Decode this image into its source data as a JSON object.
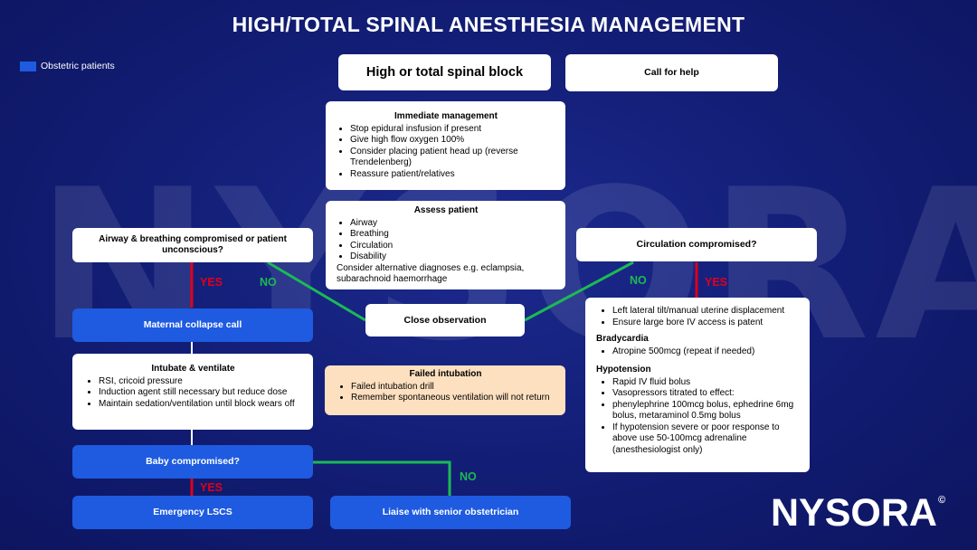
{
  "title": "HIGH/TOTAL SPINAL ANESTHESIA MANAGEMENT",
  "legend": {
    "label": "Obstetric patients",
    "color": "#1e5be0"
  },
  "watermark": "NYSORA®",
  "logo": {
    "text": "NYSORA",
    "mark": "©"
  },
  "colors": {
    "background": "#131f78",
    "obstetric_blue": "#1e5be0",
    "warning_peach": "#fde0c0",
    "yes_red": "#e0001b",
    "no_green": "#1db954"
  },
  "nodes": {
    "start": "High or total spinal block",
    "call_help": "Call for help",
    "immediate": {
      "title": "Immediate management",
      "items": [
        "Stop epidural insfusion if present",
        "Give high flow oxygen 100%",
        "Consider placing patient head up (reverse Trendelenberg)",
        "Reassure patient/relatives"
      ]
    },
    "assess": {
      "title": "Assess patient",
      "items": [
        "Airway",
        "Breathing",
        "Circulation",
        "Disability"
      ],
      "note": "Consider alternative diagnoses e.g. eclampsia, subarachnoid haemorrhage"
    },
    "airway_q": "Airway & breathing compromised or patient unconscious?",
    "circulation_q": "Circulation compromised?",
    "close_obs": "Close observation",
    "maternal_collapse": "Maternal collapse call",
    "intubate": {
      "title": "Intubate & ventilate",
      "items": [
        "RSI, cricoid pressure",
        "Induction agent still necessary but reduce dose",
        "Maintain sedation/ventilation until block wears off"
      ]
    },
    "failed_intubation": {
      "title": "Failed intubation",
      "items": [
        "Failed intubation drill",
        "Remember spontaneous ventilation will not return"
      ]
    },
    "circulation_mgmt": {
      "items_top": [
        "Left lateral tilt/manual uterine displacement",
        "Ensure large bore IV access is patent"
      ],
      "brady_title": "Bradycardia",
      "brady_items": [
        "Atropine 500mcg (repeat if needed)"
      ],
      "hypo_title": "Hypotension",
      "hypo_items": [
        "Rapid IV fluid bolus",
        "Vasopressors titrated to effect:",
        "phenylephrine 100mcg bolus, ephedrine 6mg bolus, metaraminol 0.5mg bolus",
        "If hypotension severe or poor response to above use 50-100mcg adrenaline (anesthesiologist only)"
      ]
    },
    "baby_q": "Baby compromised?",
    "lscs": "Emergency LSCS",
    "liaise": "Liaise with senior obstetrician"
  },
  "edge_labels": {
    "airway_yes": "YES",
    "airway_no": "NO",
    "circ_no": "NO",
    "circ_yes": "YES",
    "baby_yes": "YES",
    "baby_no": "NO"
  }
}
